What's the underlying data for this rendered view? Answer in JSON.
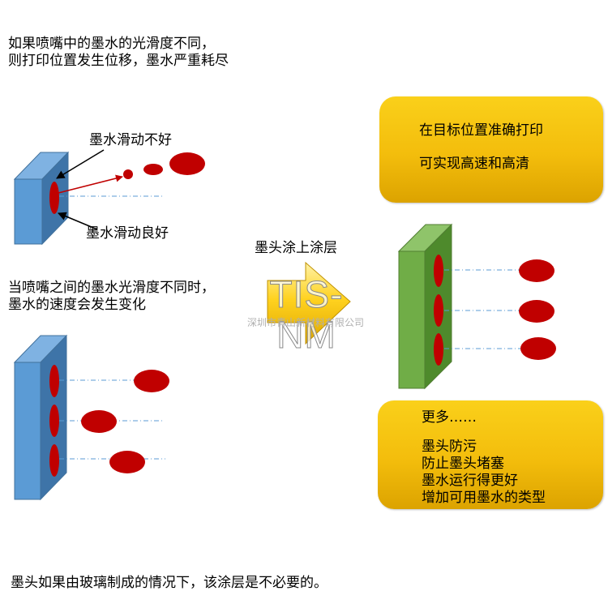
{
  "top_text": {
    "line1": "如果喷嘴中的墨水的光滑度不同，",
    "line2": "则打印位置发生位移，墨水严重耗尽"
  },
  "labels": {
    "bad_slide": "墨水滑动不好",
    "good_slide": "墨水滑动良好",
    "coating": "墨头涂上涂层"
  },
  "mid_text": {
    "line1": "当喷嘴之间的墨水光滑度不同时，",
    "line2": "墨水的速度会发生变化"
  },
  "box_top": {
    "line1": "在目标位置准确打印",
    "line2": "可实现高速和高清"
  },
  "box_bottom": {
    "title": "更多……",
    "items": [
      "墨头防污",
      "防止墨头堵塞",
      "墨水运行得更好",
      "增加可用墨水的类型"
    ]
  },
  "watermark": {
    "brand": "TIS-NM",
    "company": "深圳市青山新材料有限公司"
  },
  "bottom_note": "墨头如果由玻璃制成的情况下，该涂层是不必要的。",
  "colors": {
    "head_blue": "#5b9bd5",
    "head_green": "#70ad47",
    "ink_red": "#c00000",
    "box_gold": "#f5c211",
    "arrow_gold": "#ffd21f"
  }
}
